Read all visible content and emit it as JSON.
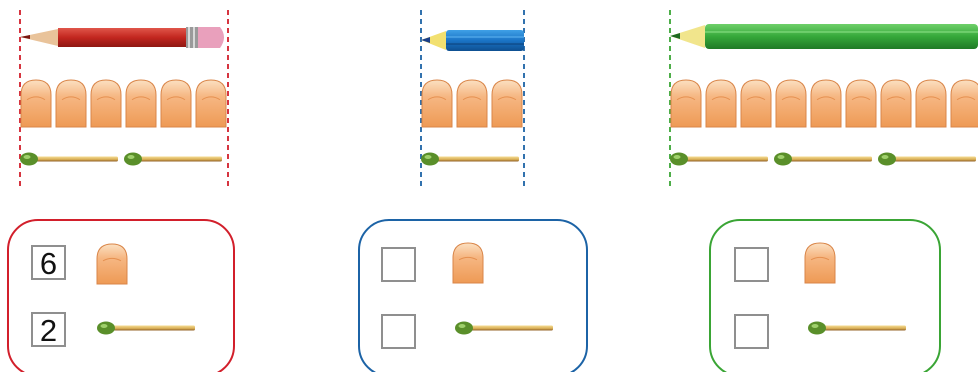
{
  "exercises": [
    {
      "id": "red",
      "accent": "#d21f2b",
      "object": "pencil-red-with-eraser",
      "nail_count": 6,
      "match_count": 2,
      "answers": {
        "nails": "6",
        "matches": "2"
      }
    },
    {
      "id": "blue",
      "accent": "#1c63a6",
      "object": "pencil-blue-short",
      "nail_count": 3,
      "match_count": 1,
      "answers": {
        "nails": "",
        "matches": ""
      }
    },
    {
      "id": "green",
      "accent": "#3aa535",
      "object": "pencil-green-long",
      "nail_count": 9,
      "match_count": 3,
      "answers": {
        "nails": "",
        "matches": ""
      }
    }
  ],
  "colors": {
    "nail_fill": "#f2a567",
    "nail_tip": "#fbe3c8",
    "match_stick": "#e0b863",
    "match_head": "#5a8f2a"
  },
  "icons": [
    "fingernail-icon",
    "matchstick-icon"
  ]
}
